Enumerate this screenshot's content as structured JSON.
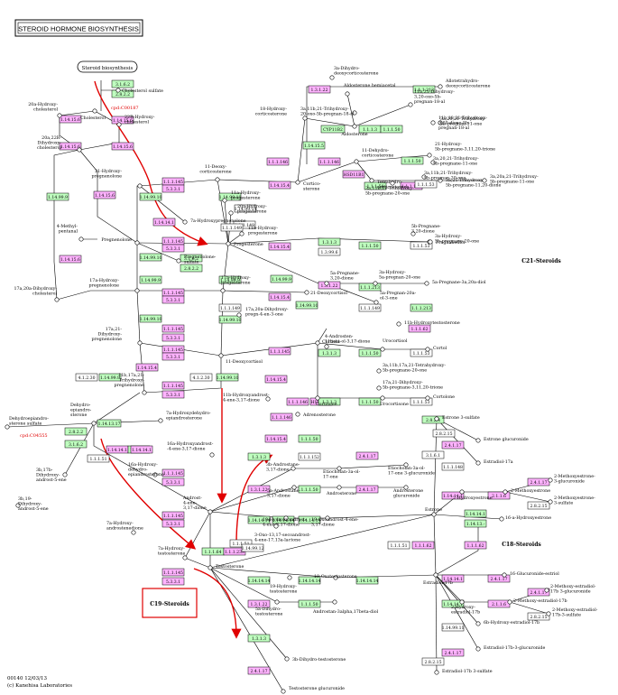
{
  "title": "STEROID HORMONE BIOSYNTHESIS",
  "sections": {
    "c21": "C21-Steroids",
    "c18": "C18-Steroids",
    "c19": "C19-Steroids"
  },
  "footer": {
    "id_date": "00140 12/03/13",
    "copyright": "(c) Kanehisa Laboratories"
  },
  "colors": {
    "enzyme_green": "#bfffbf",
    "enzyme_pink": "#ffb3ff",
    "highlight_red": "#ff0000",
    "line": "#000000"
  },
  "pathway_box": "Steroid biosynthesis",
  "cpd_labels": {
    "c00187": "cpd:C00187",
    "c04555": "cpd:C04555"
  },
  "compounds": [
    {
      "id": "cholesterol_sulfate",
      "label": "Cholesterol sulfate"
    },
    {
      "id": "cholesterol",
      "label": "Cholesterol"
    },
    {
      "id": "hc20a",
      "label": "20a-Hydroxy-\ncholesterol"
    },
    {
      "id": "hc22b",
      "label": "22R-Hydroxy-\ncholesterol"
    },
    {
      "id": "dihc",
      "label": "20a,22R-\nDihydroxy-\ncholesterol"
    },
    {
      "id": "methylpentanal",
      "label": "4-Methyl-\npentanal"
    },
    {
      "id": "hc17a20a",
      "label": "17a,20a-Dihydroxy-\ncholesterol"
    },
    {
      "id": "hpreg21",
      "label": "21-Hydroxy-\npregnenolone"
    },
    {
      "id": "pregnenolone",
      "label": "Pregnenolone"
    },
    {
      "id": "preg_sulfate",
      "label": "Pregnenolone-\nsulfate"
    },
    {
      "id": "hpreg7a",
      "label": "7a-Hydroxypregnenolone"
    },
    {
      "id": "hpreg17a",
      "label": "17a-Hydroxy-\npregnenolone"
    },
    {
      "id": "dhpreg1721",
      "label": "17a,21-\nDihydroxy-\npregnenolone"
    },
    {
      "id": "thpreg",
      "label": "11b,17a,21-\nTrihydroxy-\npregnenolone"
    },
    {
      "id": "deoxycorticosterone",
      "label": "11-Deoxy-\ncorticosterone"
    },
    {
      "id": "hprog11a",
      "label": "11a-Hydroxy-\nprogesterone"
    },
    {
      "id": "hprog20a",
      "label": "20a-Hydroxy-\nprogesterone"
    },
    {
      "id": "hprog11b",
      "label": "11b-Hydroxy-\nprogesterone"
    },
    {
      "id": "progesterone",
      "label": "Progesterone"
    },
    {
      "id": "hprog17a",
      "label": "17a-Hydroxy-\nprogesterone"
    },
    {
      "id": "dhpreg4",
      "label": "17a,20a-Dihydroxy-\npregn-4-en-3-one"
    },
    {
      "id": "deoxycortisol21",
      "label": "21-Deoxycortisol"
    },
    {
      "id": "deoxycortisol11",
      "label": "11-Deoxycortisol"
    },
    {
      "id": "corticosterone",
      "label": "Cortico-\nsterone"
    },
    {
      "id": "hcort18",
      "label": "18-Hydroxy-\ncorticosterone"
    },
    {
      "id": "aldosterone",
      "label": "Aldosterone"
    },
    {
      "id": "aldo_hemiacetal",
      "label": "Aldosterone hemiacetal"
    },
    {
      "id": "deoxydecorticosterone",
      "label": "3a-Dihydro-\ndeoxycorticosterone"
    },
    {
      "id": "allotetra",
      "label": "Allotetrahydro-\ndeoxycorticosterone"
    },
    {
      "id": "dehydrocorticosterone",
      "label": "11-Dehydro-\ncorticosterone"
    },
    {
      "id": "tetrahydrocorticosterone",
      "label": "Tetrahydro-\ncorticosterone"
    },
    {
      "id": "hydrox21",
      "label": "21-Hydroxy-\n5b-pregnane-3,11,20-trione"
    },
    {
      "id": "trihydrox",
      "label": "3a,11b,21-Trihydroxy-\n5b-pregnane-20-one"
    },
    {
      "id": "trihydrox2",
      "label": "3a,21-Trihydroxy-\n5b-pregnane-11,20-dione"
    },
    {
      "id": "dihydrox3a20",
      "label": "3a,20a,21-Trihydroxy-\n5b-pregnane-11-one"
    },
    {
      "id": "dihydroxy20",
      "label": "3a,20,21-Trihydroxy-\n5b-pregnane-11-one"
    },
    {
      "id": "dihydroxy_oxo",
      "label": "3a,20,21-Trihydroxy-\n5b-pregnan-11-one"
    },
    {
      "id": "triol_one",
      "label": "3a,11b,21-Trihydroxy-\n5b-pregnan-20-one"
    },
    {
      "id": "dione_1811",
      "label": "11b,18,21-Trihydroxy-\n3,20-dioxo-5b-\npregnan-18-al"
    },
    {
      "id": "aldo2",
      "label": "3a,11b,21-Trihydroxy-\n20-oxo-5b-pregnan-18-al"
    },
    {
      "id": "hydroxy_triol",
      "label": "11b,21-Dihydroxy-\n3,20-oxo-5b-\npregnan-18-al"
    },
    {
      "id": "pregnane3_20",
      "label": "5b-Pregnane-\n3,20-dione"
    },
    {
      "id": "hp20one",
      "label": "3a-Hydroxy-\n5b-pregnane-20-one"
    },
    {
      "id": "pregnanediol",
      "label": "Pregnanediol"
    },
    {
      "id": "pregnane2",
      "label": "5a-Pregnane-\n3,20-dione"
    },
    {
      "id": "hp5a",
      "label": "3a-Hydroxy-\n5a-pregnan-20-one"
    },
    {
      "id": "pregnane_diol",
      "label": "5a-Pregnane-3a,20a-diol"
    },
    {
      "id": "pregnenolol",
      "label": "5a-Pregnan-20a-\nol-3-one"
    },
    {
      "id": "androstene",
      "label": "4-Androsten-\n11beta-ol-3,17-dione"
    },
    {
      "id": "hydroxytestosterone11",
      "label": "11b-Hydroxytestosterone"
    },
    {
      "id": "cortisol",
      "label": "Cortisol"
    },
    {
      "id": "urocortisol",
      "label": "Urocortisol"
    },
    {
      "id": "cortol",
      "label": "Cortol"
    },
    {
      "id": "cortisone",
      "label": "Cortisone"
    },
    {
      "id": "cortolone",
      "label": "Cortolone"
    },
    {
      "id": "urocortisone",
      "label": "Urocortisone"
    },
    {
      "id": "tetrahydroxy",
      "label": "3a,11b,17a,21-Tetrahydroxy-\n5b-pregnane-20-one"
    },
    {
      "id": "dihydroxy_trione",
      "label": "17a,21-Dihydroxy-\n5b-pregnane-3,11,20-trione"
    },
    {
      "id": "adrenosterone",
      "label": "Adrenosterone"
    },
    {
      "id": "hydroxyandrost",
      "label": "11b-Hydroxyandrost-\n4-ene-3,17-dione"
    },
    {
      "id": "dhea_sulfate",
      "label": "Dehydroepiandro-\nsterone sulfate"
    },
    {
      "id": "dhea",
      "label": "Dehydro-\nepiandro-\nsterone"
    },
    {
      "id": "hdhea7a",
      "label": "7a-Hydroxydehydro-\nepiandrosterone"
    },
    {
      "id": "androstenedione16a",
      "label": "16a-Hydroxyandrost-\n-4-ene-3,17-dione"
    },
    {
      "id": "hdhea16a",
      "label": "16a-Hydroxy-\ndehydro-\nepiandrosterone"
    },
    {
      "id": "androstenediol",
      "label": "3b,17b-\nDihydroxy-\nandrost-5-ene"
    },
    {
      "id": "hydroxyandrost7",
      "label": "7a-Hydroxy-\nandrostenedione"
    },
    {
      "id": "hydroxytest7a",
      "label": "7a-Hydroxy-\ntestosterone"
    },
    {
      "id": "androstenedione",
      "label": "Androst-\n4-ene-\n3,17-dione"
    },
    {
      "id": "testosterone",
      "label": "Testosterone"
    },
    {
      "id": "androsterone3b",
      "label": "3b-Androstane-\n3,17-dione"
    },
    {
      "id": "etiocholanolone",
      "label": "Etiocholan-3a-ol-\n17-one"
    },
    {
      "id": "etioglucuronide",
      "label": "Etiocholan-3a-ol-\n17-one 3-glucuronide"
    },
    {
      "id": "androstanedione",
      "label": "5a-Androstane-\n3,17-dione"
    },
    {
      "id": "androsterone",
      "label": "Androsterone"
    },
    {
      "id": "andro_gluc",
      "label": "Androsterone\nglucuronide"
    },
    {
      "id": "hydroxyandrostene19",
      "label": "19-Hydroxyandrost-\n4-ene-3,17-dione"
    },
    {
      "id": "oxoandrostenedione",
      "label": "19-Oxoandrost-4-ene-\n3,17-dione"
    },
    {
      "id": "oxoandrost",
      "label": "3-Oxo-13,17-secoandrost-\n4-ene-17,13a-lactone"
    },
    {
      "id": "oxotest",
      "label": "19-Oxotestosterone"
    },
    {
      "id": "hydroxytest19",
      "label": "19-Hydroxy-\ntestosterone"
    },
    {
      "id": "dht",
      "label": "5a-Dihydro-\ntestosterone"
    },
    {
      "id": "androstanediol",
      "label": "Androstan-3alpha,17beta-diol"
    },
    {
      "id": "dht3b",
      "label": "3b-Dihydro-testosterone"
    },
    {
      "id": "test_gluc",
      "label": "Testosterone glucuronide"
    },
    {
      "id": "estrone",
      "label": "Estrone"
    },
    {
      "id": "estrone_sulfate",
      "label": "Estrone 3-sulfate"
    },
    {
      "id": "estrone_gluc",
      "label": "Estrone glucuronide"
    },
    {
      "id": "estradiol17a",
      "label": "Estradiol-17a"
    },
    {
      "id": "hydroxyestrone2",
      "label": "2-Hydroxyestrone"
    },
    {
      "id": "methoxyestrone2",
      "label": "2-Methoxyestrone"
    },
    {
      "id": "methoxyestrone_gluc",
      "label": "2-Methoxyestrone-\n3-glucuronide"
    },
    {
      "id": "methoxyestrone_sulf",
      "label": "2-Methoxyestrone-\n3-sulfate"
    },
    {
      "id": "hydroxyestrone16a",
      "label": "16-a-Hydroxyestrone"
    },
    {
      "id": "estradiol17b",
      "label": "Estradiol-17b"
    },
    {
      "id": "estriol_gluc",
      "label": "16-Glucuronide-estriol"
    },
    {
      "id": "hydroxyestradiol2",
      "label": "2-Hydroxy-\nestradiol-17b"
    },
    {
      "id": "methoxyestradiol",
      "label": "2-Methoxy-estradiol-17b"
    },
    {
      "id": "methoxyestradiol_gluc",
      "label": "2-Methoxy-estradiol-\n17b 3-glucuronide"
    },
    {
      "id": "methoxyestradiol_sulf",
      "label": "2-Methoxy-estradiol-\n17b-3-sulfate"
    },
    {
      "id": "hydroxyestradiol6",
      "label": "6b-Hydroxy-estradiol-17b"
    },
    {
      "id": "estradiol_gluc",
      "label": "Estradiol-17b-3-glucuronide"
    },
    {
      "id": "estradiol_sulf",
      "label": "Estradiol-17b 3-sulfate"
    },
    {
      "id": "androstenediol38",
      "label": "3b,19-\nDihydroxy-\nandrost-5-ene"
    }
  ],
  "enzymes": [
    {
      "label": "3.1.6.2",
      "c": "g"
    },
    {
      "label": "2.8.2.2",
      "c": "g"
    },
    {
      "label": "1.14.15.6",
      "c": "p"
    },
    {
      "label": "1.14.15.6",
      "c": "p"
    },
    {
      "label": "1.14.15.6",
      "c": "p"
    },
    {
      "label": "1.14.15.6",
      "c": "p"
    },
    {
      "label": "1.14.99.9",
      "c": "g"
    },
    {
      "label": "1.14.15.6",
      "c": "p"
    },
    {
      "label": "1.14.15.6",
      "c": "p"
    },
    {
      "label": "1.14.99.10",
      "c": "g"
    },
    {
      "label": "1.1.1.145",
      "c": "p"
    },
    {
      "label": "5.3.3.1",
      "c": "p"
    },
    {
      "label": "1.14.99.10",
      "c": "g"
    },
    {
      "label": "1.14.14.1",
      "c": "p"
    },
    {
      "label": "1.1.1.145",
      "c": "p"
    },
    {
      "label": "5.3.3.1",
      "c": "p"
    },
    {
      "label": "3.1.6.2",
      "c": "g"
    },
    {
      "label": "2.8.2.2",
      "c": "g"
    },
    {
      "label": "1.14.99.9",
      "c": "g"
    },
    {
      "label": "1.1.1.145",
      "c": "p"
    },
    {
      "label": "5.3.3.1",
      "c": "p"
    },
    {
      "label": "1.14.99.10",
      "c": "g"
    },
    {
      "label": "1.1.1.145",
      "c": "p"
    },
    {
      "label": "5.3.3.1",
      "c": "p"
    },
    {
      "label": "1.14.15.4",
      "c": "p"
    },
    {
      "label": "1.1.1.145",
      "c": "p"
    },
    {
      "label": "5.3.3.1",
      "c": "p"
    },
    {
      "label": "4.1.2.30",
      "c": "w"
    },
    {
      "label": "1.14.99.9",
      "c": "g"
    },
    {
      "label": "1.14.99.10",
      "c": "g"
    },
    {
      "label": "1.14.99.14",
      "c": "w"
    },
    {
      "label": "1.1.1.149",
      "c": "w"
    },
    {
      "label": "1.14.99.10",
      "c": "g"
    },
    {
      "label": "1.14.15.4",
      "c": "p"
    },
    {
      "label": "1.14.99.9",
      "c": "g"
    },
    {
      "label": "1.14.15.4",
      "c": "p"
    },
    {
      "label": "1.14.99.10",
      "c": "g"
    },
    {
      "label": "1.1.1.149",
      "c": "w"
    },
    {
      "label": "1.14.15.4",
      "c": "p"
    },
    {
      "label": "4.1.2.30",
      "c": "w"
    },
    {
      "label": "1.14.99.9",
      "c": "g"
    },
    {
      "label": "1.1.1.145",
      "c": "p"
    },
    {
      "label": "1.14.15.4",
      "c": "p"
    },
    {
      "label": "1.14.99.10",
      "c": "g"
    },
    {
      "label": "1.14.15.5",
      "c": "g"
    },
    {
      "label": "CYP11B2",
      "c": "g"
    },
    {
      "label": "1.1.1.3",
      "c": "g"
    },
    {
      "label": "1.1.1.50",
      "c": "g"
    },
    {
      "label": "1.1.1.213",
      "c": "g"
    },
    {
      "label": "1.3.1.22",
      "c": "p"
    },
    {
      "label": "1.1.1.146",
      "c": "p"
    },
    {
      "label": "HSD11B1",
      "c": "p"
    },
    {
      "label": "1.1.1.50",
      "c": "g"
    },
    {
      "label": "1.1.1.146",
      "c": "p"
    },
    {
      "label": "1.1.1.50",
      "c": "g"
    },
    {
      "label": "1.1.1.53",
      "c": "w"
    },
    {
      "label": "1.3.1.3",
      "c": "g"
    },
    {
      "label": "1.3.99.6",
      "c": "w"
    },
    {
      "label": "1.1.1.50",
      "c": "g"
    },
    {
      "label": "1.1.1.53",
      "c": "w"
    },
    {
      "label": "1.3.1.22",
      "c": "p"
    },
    {
      "label": "1.1.1.213",
      "c": "g"
    },
    {
      "label": "1.1.1.149",
      "c": "w"
    },
    {
      "label": "1.1.1.213",
      "c": "g"
    },
    {
      "label": "1.1.1.62",
      "c": "p"
    },
    {
      "label": "1.3.1.3",
      "c": "g"
    },
    {
      "label": "1.1.1.50",
      "c": "g"
    },
    {
      "label": "1.1.1.53",
      "c": "w"
    },
    {
      "label": "1.1.1.146",
      "c": "p"
    },
    {
      "label": "HSD11B2",
      "c": "p"
    },
    {
      "label": "1.3.1.3",
      "c": "g"
    },
    {
      "label": "1.1.1.50",
      "c": "g"
    },
    {
      "label": "1.1.1.53",
      "c": "w"
    },
    {
      "label": "1.14.15.4",
      "c": "p"
    },
    {
      "label": "1.1.1.146",
      "c": "p"
    },
    {
      "label": "1.14.13.17",
      "c": "g"
    },
    {
      "label": "2.8.2.2",
      "c": "g"
    },
    {
      "label": "3.1.6.2",
      "c": "g"
    },
    {
      "label": "1.14.14.1",
      "c": "p"
    },
    {
      "label": "1.14.13.-",
      "c": "g"
    },
    {
      "label": "1.1.1.51",
      "c": "w"
    },
    {
      "label": "1.1.1.145",
      "c": "p"
    },
    {
      "label": "5.3.3.1",
      "c": "p"
    },
    {
      "label": "1.1.1.145",
      "c": "p"
    },
    {
      "label": "5.3.3.1",
      "c": "p"
    },
    {
      "label": "1.14.14.1",
      "c": "p"
    },
    {
      "label": "1.1.1.145",
      "c": "p"
    },
    {
      "label": "5.3.3.1",
      "c": "p"
    },
    {
      "label": "1.1.1.51",
      "c": "w"
    },
    {
      "label": "1.1.1.64",
      "c": "g"
    },
    {
      "label": "1.1.1.239",
      "c": "p"
    },
    {
      "label": "1.3.1.3",
      "c": "g"
    },
    {
      "label": "1.1.1.50",
      "c": "g"
    },
    {
      "label": "1.1.1.152",
      "c": "w"
    },
    {
      "label": "2.4.1.17",
      "c": "p"
    },
    {
      "label": "1.3.1.22",
      "c": "p"
    },
    {
      "label": "1.1.1.50",
      "c": "g"
    },
    {
      "label": "2.4.1.17",
      "c": "p"
    },
    {
      "label": "1.14.14.14",
      "c": "g"
    },
    {
      "label": "1.14.14.14",
      "c": "g"
    },
    {
      "label": "1.14.14.14",
      "c": "g"
    },
    {
      "label": "1.14.99.12",
      "c": "w"
    },
    {
      "label": "1.14.14.14",
      "c": "g"
    },
    {
      "label": "1.14.14.14",
      "c": "g"
    },
    {
      "label": "1.14.14.14",
      "c": "g"
    },
    {
      "label": "1.3.1.22",
      "c": "p"
    },
    {
      "label": "1.1.1.50",
      "c": "g"
    },
    {
      "label": "1.3.1.3",
      "c": "g"
    },
    {
      "label": "2.4.1.17",
      "c": "p"
    },
    {
      "label": "2.8.2.4",
      "c": "g"
    },
    {
      "label": "3.1.6.1",
      "c": "w"
    },
    {
      "label": "2.8.2.15",
      "c": "w"
    },
    {
      "label": "2.4.1.17",
      "c": "p"
    },
    {
      "label": "1.1.1.148",
      "c": "w"
    },
    {
      "label": "1.14.14.1",
      "c": "p"
    },
    {
      "label": "2.1.1.6",
      "c": "p"
    },
    {
      "label": "2.4.1.17",
      "c": "p"
    },
    {
      "label": "2.8.2.15",
      "c": "w"
    },
    {
      "label": "1.14.14.1",
      "c": "g"
    },
    {
      "label": "1.14.13.-",
      "c": "g"
    },
    {
      "label": "1.1.1.51",
      "c": "w"
    },
    {
      "label": "1.1.1.62",
      "c": "p"
    },
    {
      "label": "1.1.1.62",
      "c": "p"
    },
    {
      "label": "1.14.14.1",
      "c": "p"
    },
    {
      "label": "2.4.1.17",
      "c": "p"
    },
    {
      "label": "1.14.14.1",
      "c": "g"
    },
    {
      "label": "2.1.1.6",
      "c": "p"
    },
    {
      "label": "2.4.1.17",
      "c": "p"
    },
    {
      "label": "2.8.2.15",
      "c": "w"
    },
    {
      "label": "1.14.99.11",
      "c": "w"
    },
    {
      "label": "2.4.1.17",
      "c": "p"
    },
    {
      "label": "2.8.2.15",
      "c": "w"
    },
    {
      "label": "1.1.1.149",
      "c": "w"
    },
    {
      "label": "1.1.1.146",
      "c": "p"
    },
    {
      "label": "1.1.1.145",
      "c": "p"
    },
    {
      "label": "5.3.3.1",
      "c": "p"
    }
  ]
}
